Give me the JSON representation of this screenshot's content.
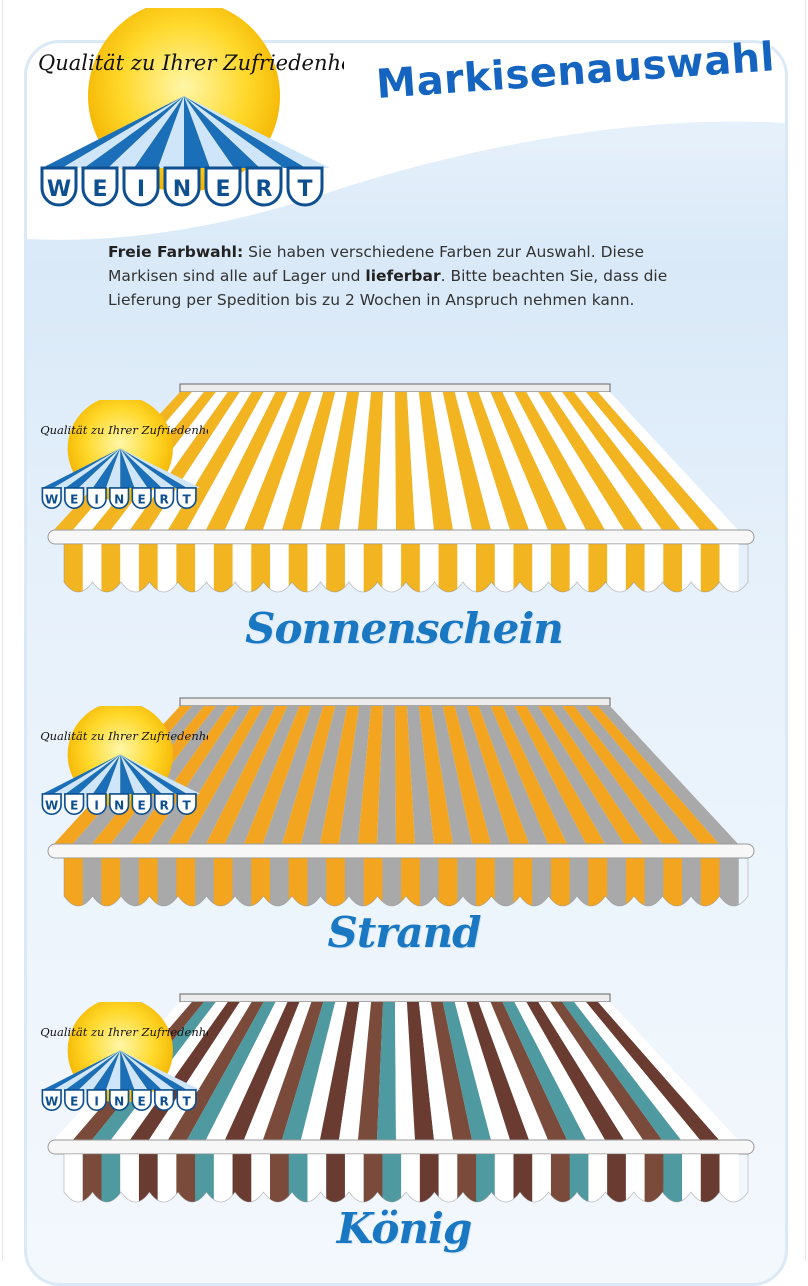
{
  "header": {
    "slogan": "Qualität zu Ihrer Zufriedenheit",
    "brand_letters": [
      "W",
      "E",
      "I",
      "N",
      "E",
      "R",
      "T"
    ],
    "title": "Markisenauswahl"
  },
  "intro": {
    "lead_bold": "Freie Farbwahl:",
    "text_1": " Sie haben verschiedene Farben zur Auswahl. Diese Markisen sind alle auf Lager und ",
    "bold_2": "lieferbar",
    "text_2": ". Bitte beachten Sie, dass die Lieferung per Spedition bis zu 2 Wochen in Anspruch nehmen kann."
  },
  "products": [
    {
      "name": "Sonnenschein",
      "stripe_colors": [
        "#f2b521",
        "#ffffff"
      ]
    },
    {
      "name": "Strand",
      "stripe_colors": [
        "#f3a51f",
        "#a9a9a9"
      ]
    },
    {
      "name": "König",
      "stripe_colors": [
        "#ffffff",
        "#7a4a3a",
        "#4f9aa0",
        "#ffffff",
        "#6a3b30"
      ]
    }
  ],
  "colors": {
    "brand_blue": "#1565c0",
    "sun": "#ffd21a",
    "panel_border": "#dbe8f5"
  }
}
